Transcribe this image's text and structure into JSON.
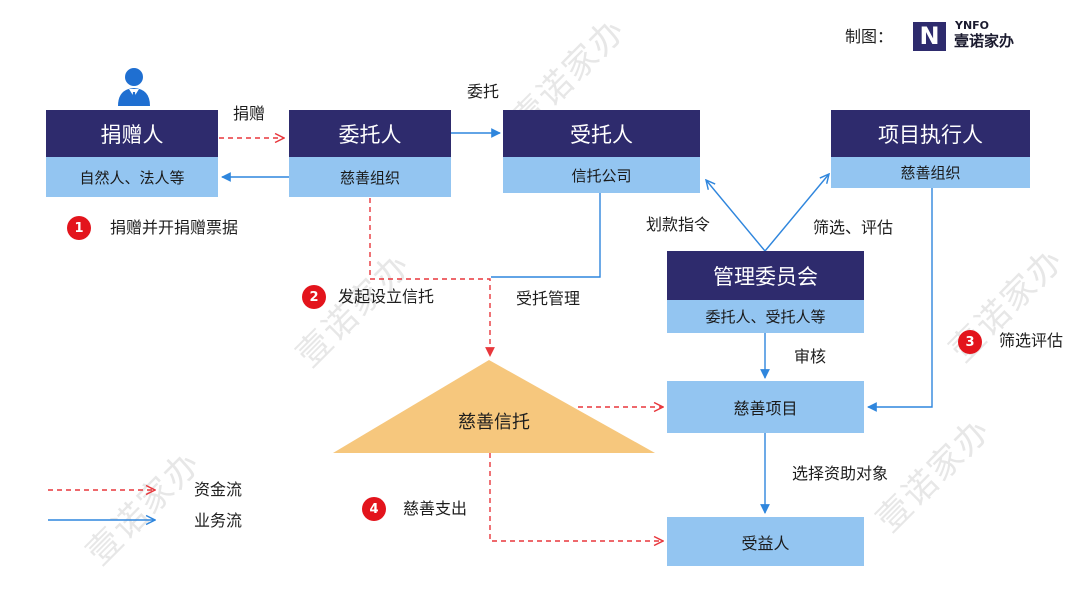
{
  "header": {
    "credit_label": "制图：",
    "logo_mark": "N",
    "logo_latin": "YNFO",
    "logo_cn": "壹诺家办"
  },
  "watermark": "壹诺家办",
  "icons": {
    "donor": "person-icon",
    "logo": "ynfo-logo-mark"
  },
  "nodes": {
    "donor": {
      "title": "捐赠人",
      "subtitle": "自然人、法人等"
    },
    "settlor": {
      "title": "委托人",
      "subtitle": "慈善组织"
    },
    "trustee": {
      "title": "受托人",
      "subtitle": "信托公司"
    },
    "executor": {
      "title": "项目执行人",
      "subtitle": "慈善组织"
    },
    "committee": {
      "title": "管理委员会",
      "subtitle": "委托人、受托人等"
    },
    "project": {
      "title": "慈善项目"
    },
    "beneficiary": {
      "title": "受益人"
    },
    "trust": {
      "title": "慈善信托"
    }
  },
  "edges": {
    "donate": "捐赠",
    "entrust": "委托",
    "transfer_instruction": "划款指令",
    "screen_evaluate": "筛选、评估",
    "review": "审核",
    "select_recipient": "选择资助对象",
    "trust_management": "受托管理"
  },
  "steps": [
    {
      "number": "1",
      "text": "捐赠并开捐赠票据"
    },
    {
      "number": "2",
      "text": "发起设立信托"
    },
    {
      "number": "3",
      "text": "筛选评估"
    },
    {
      "number": "4",
      "text": "慈善支出"
    }
  ],
  "legend": [
    {
      "label": "资金流"
    },
    {
      "label": "业务流"
    }
  ],
  "colors": {
    "navy": "#2e2b6d",
    "light_blue": "#93c5f1",
    "trust_orange": "#f6c77d",
    "money_flow": "#e8373c",
    "business_flow": "#2f86dd",
    "step_badge": "#e3141c",
    "person_icon": "#1f6fd1"
  }
}
